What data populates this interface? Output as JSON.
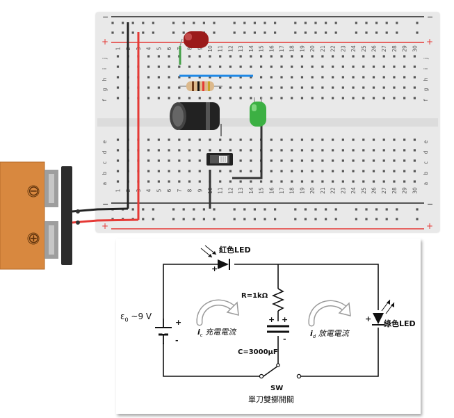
{
  "breadboard": {
    "rail_marks": [
      "−",
      "+",
      "−",
      "+"
    ],
    "columns": [
      "1",
      "2",
      "3",
      "4",
      "5",
      "6",
      "7",
      "8",
      "9",
      "10",
      "11",
      "12",
      "13",
      "14",
      "15",
      "16",
      "17",
      "18",
      "19",
      "20",
      "21",
      "22",
      "23",
      "24",
      "25",
      "26",
      "27",
      "28",
      "29",
      "30"
    ],
    "rows_top": [
      "j",
      "i",
      "h",
      "g",
      "f"
    ],
    "rows_bottom": [
      "e",
      "d",
      "c",
      "b",
      "a"
    ],
    "colors": {
      "board": "#e9e9e9",
      "rail_red": "#e53935",
      "rail_black": "#222222",
      "wire_blue": "#1e88e5",
      "wire_green": "#43a047",
      "led_red": "#9b1b1b",
      "led_green": "#3cb043"
    }
  },
  "battery": {
    "minus_symbol": "⊖",
    "plus_symbol": "⊕",
    "color": "#d8883f"
  },
  "schematic": {
    "red_led_label": "紅色LED",
    "green_led_label": "綠色LED",
    "resistor_label": "R=1kΩ",
    "capacitor_label": "C=3000μF",
    "source_label": "ε",
    "source_sub": "0",
    "source_value": " ~9 V",
    "charge_label": "充電電流",
    "charge_symbol": "i",
    "charge_sub": "c",
    "discharge_label": "放電電流",
    "discharge_symbol": "i",
    "discharge_sub": "d",
    "switch_label": "SW",
    "switch_caption": "單刀雙擲開關",
    "plus_sign": "+",
    "minus_sign": "-"
  }
}
